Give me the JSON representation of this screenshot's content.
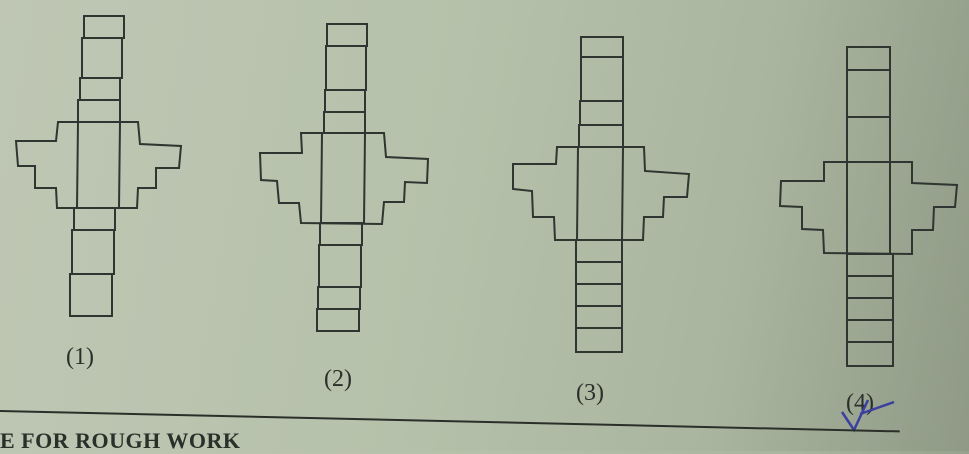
{
  "options": [
    {
      "label": "(1)"
    },
    {
      "label": "(2)"
    },
    {
      "label": "(3)"
    },
    {
      "label": "(4)"
    }
  ],
  "footer": {
    "text": "E FOR ROUGH WORK"
  },
  "selected_option": "(4)",
  "mark_color": "#3a3fa0"
}
